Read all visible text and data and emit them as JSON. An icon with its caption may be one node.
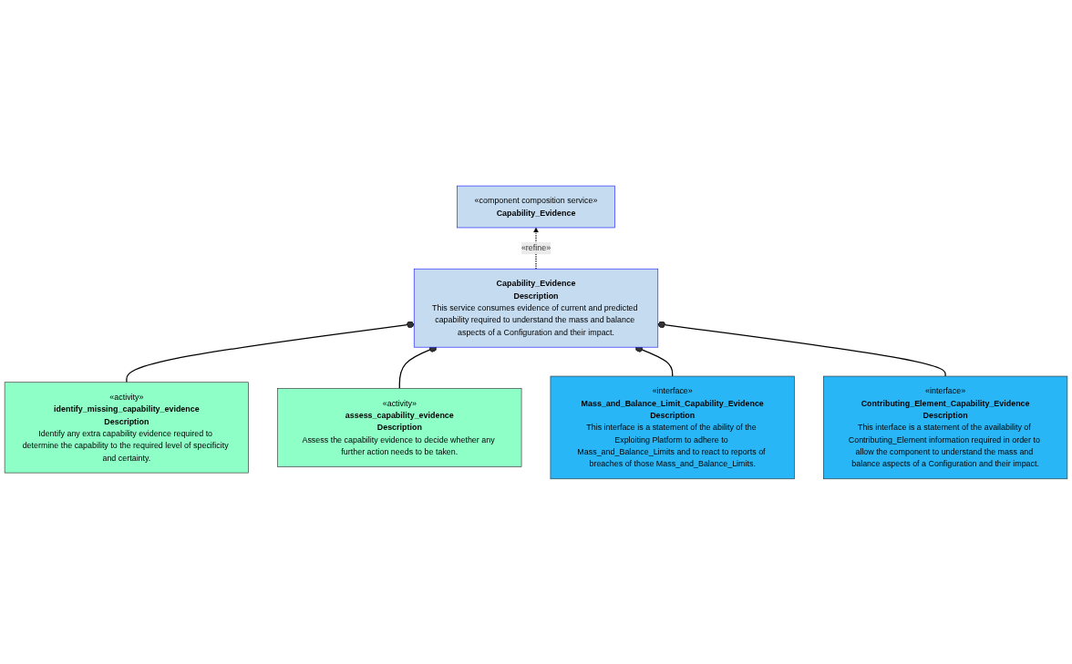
{
  "diagram": {
    "nodes": [
      {
        "text": [
          "«component composition service»",
          "Capability_Evidence"
        ]
      },
      {
        "text": [
          "Capability_Evidence",
          "Description",
          "This service consumes evidence of current and predicted capability required to understand the mass and balance aspects of a Configuration and their impact."
        ]
      },
      {
        "text": [
          "«activity»",
          "identify_missing_capability_evidence",
          "Description",
          "Identify any extra capability evidence required to determine the capability to the required level of specificity and certainty."
        ]
      },
      {
        "text": [
          "«activity»",
          "assess_capability_evidence",
          "Description",
          "Assess the capability evidence to decide whether any further action needs to be taken."
        ]
      },
      {
        "text": [
          "«interface»",
          "Mass_and_Balance_Limit_Capability_Evidence",
          "Description",
          "This interface is a statement of the ability of the Exploiting Platform to adhere to Mass_and_Balance_Limits and to react to reports of breaches of those Mass_and_Balance_Limits."
        ]
      },
      {
        "text": [
          "«interface»",
          "Contributing_Element_Capability_Evidence",
          "Description",
          "This interface is a statement of the availability of Contributing_Element information required in order to allow the component to understand the mass and balance aspects of a Configuration and their impact."
        ]
      }
    ],
    "edges": [
      {
        "from": 1,
        "to": 0,
        "arrow": "to",
        "label": "«refine»",
        "style": "dashed"
      },
      {
        "from": 2,
        "to": 1,
        "arrow": "other"
      },
      {
        "from": 3,
        "to": 1,
        "arrow": "other"
      },
      {
        "from": 4,
        "to": 1,
        "arrow": "other"
      },
      {
        "from": 5,
        "to": 1,
        "arrow": "other"
      }
    ]
  }
}
